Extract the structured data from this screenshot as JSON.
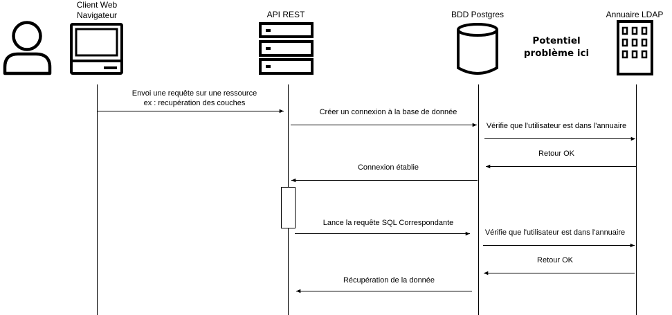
{
  "actors": {
    "user": {
      "icon": "person-icon"
    },
    "client": {
      "label_line1": "Client Web",
      "label_line2": "Navigateur",
      "icon": "computer-icon"
    },
    "api": {
      "label": "API REST",
      "icon": "server-icon"
    },
    "db": {
      "label": "BDD Postgres",
      "icon": "database-cylinder-icon"
    },
    "ldap": {
      "label": "Annuaire LDAP",
      "icon": "building-icon"
    }
  },
  "note": {
    "line1": "Potentiel",
    "line2": "problème ici"
  },
  "messages": [
    {
      "label_line1": "Envoi une requête sur une ressource",
      "label_line2": "ex : recupération des couches"
    },
    {
      "label": "Créer un connexion à la base de donnée"
    },
    {
      "label": "Vérifie que l'utilisateur est dans l'annuaire"
    },
    {
      "label": "Retour OK"
    },
    {
      "label": "Connexion établie"
    },
    {
      "label": "Lance la requête SQL Correspondante"
    },
    {
      "label": "Vérifie que l'utilisateur est dans l'annuaire"
    },
    {
      "label": "Retour OK"
    },
    {
      "label": "Récupération de la donnée"
    }
  ],
  "colors": {
    "line": "#000000",
    "background": "#ffffff"
  }
}
